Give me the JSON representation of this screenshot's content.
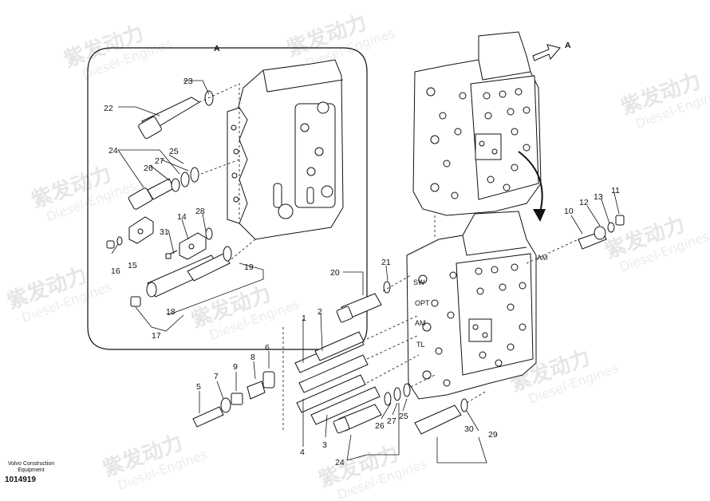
{
  "watermark": {
    "brand_cn": "紫发动力",
    "brand_en": "Diesel-Engines"
  },
  "footer": {
    "company_line1": "Volvo Construction",
    "company_line2": "Equipment",
    "part_number": "1014919"
  },
  "detail_view": {
    "label": "A"
  },
  "view_arrow_label": "A",
  "port_labels": [
    "SW",
    "OPT",
    "AM",
    "TL"
  ],
  "am_tag": "AM",
  "callouts": [
    "1",
    "2",
    "3",
    "4",
    "5",
    "6",
    "7",
    "8",
    "9",
    "10",
    "11",
    "12",
    "13",
    "14",
    "15",
    "16",
    "17",
    "18",
    "19",
    "20",
    "21",
    "22",
    "23",
    "24",
    "25",
    "26",
    "27",
    "28",
    "29",
    "30",
    "31"
  ],
  "callouts_extra": [
    "24",
    "25",
    "26",
    "27"
  ]
}
